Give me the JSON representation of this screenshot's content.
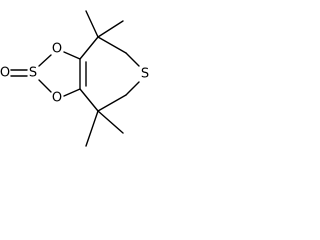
{
  "molecule": {
    "atoms": {
      "exo_oxygen": "O",
      "sulfur_sulfite": "S",
      "oxygen_ring_top": "O",
      "oxygen_ring_bottom": "O",
      "sulfur_thiepane": "S"
    },
    "colors": {
      "bond": "#000000",
      "label": "#000000",
      "background": "#ffffff"
    }
  }
}
